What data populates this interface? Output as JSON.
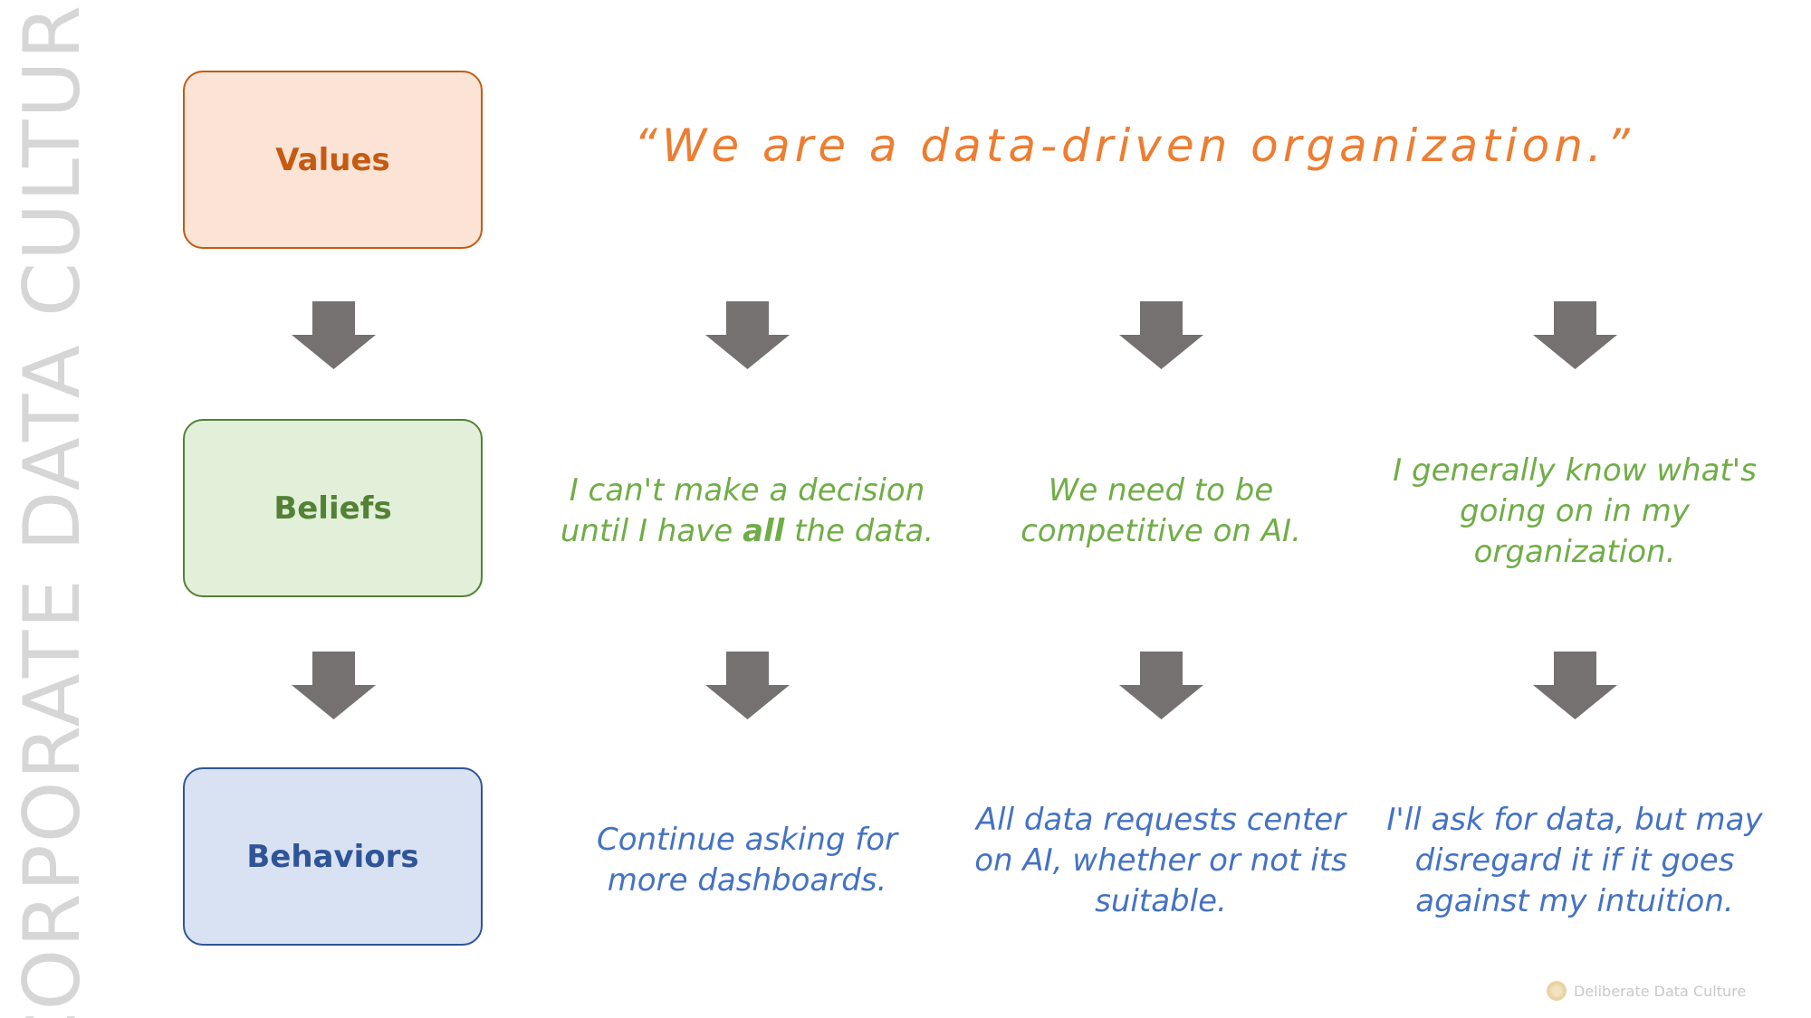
{
  "side_title": "CORPORATE DATA CULTURE",
  "rows": {
    "values_label": "Values",
    "beliefs_label": "Beliefs",
    "behaviors_label": "Behaviors"
  },
  "value_statement": "“We are a data-driven organization.”",
  "beliefs": [
    {
      "pre": "I can't make a decision until I have ",
      "bold": "all",
      "post": " the data."
    },
    {
      "text": "We need to be competitive on AI."
    },
    {
      "text": "I generally know what's going on in my organization."
    }
  ],
  "behaviors": [
    {
      "text": "Continue asking for more dashboards."
    },
    {
      "text": "All data requests center on AI, whether or not its suitable."
    },
    {
      "text": "I'll ask for data, but may disregard it if it goes against my intuition."
    }
  ],
  "footer": {
    "text": "Deliberate Data Culture"
  },
  "icons": {
    "arrow": "down-arrow-icon",
    "logo": "logo-icon"
  },
  "colors": {
    "values": "#c55a11",
    "values_fill": "#fbe3d5",
    "quote": "#ed7d31",
    "beliefs": "#538135",
    "beliefs_fill": "#e2efd9",
    "belief_text": "#70ad47",
    "behaviors": "#2f5597",
    "behaviors_fill": "#d9e2f3",
    "behavior_text": "#4472c4",
    "arrow": "#757171",
    "side_title": "#d6d6d6"
  }
}
